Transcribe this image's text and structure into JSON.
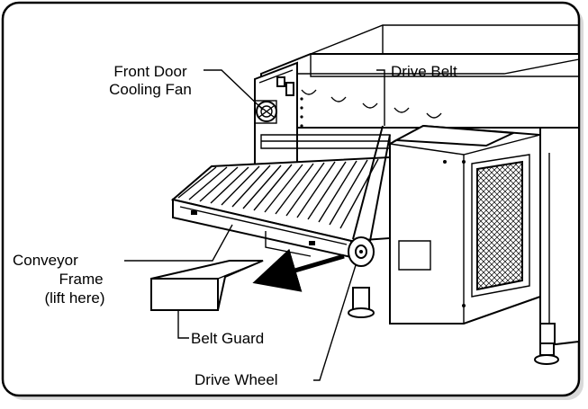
{
  "figure": {
    "type": "equipment-illustration",
    "subject": "conveyor oven belt guard removal"
  },
  "labels": {
    "front_door_fan_line1": "Front Door",
    "front_door_fan_line2": "Cooling Fan",
    "drive_belt": "Drive Belt",
    "conveyor_line1": "Conveyor",
    "conveyor_line2": "Frame",
    "conveyor_line3": "(lift here)",
    "belt_guard": "Belt Guard",
    "drive_wheel": "Drive Wheel"
  },
  "colors": {
    "line": "#000000",
    "background": "#ffffff",
    "shadow": "#d9d9d9"
  },
  "icons": {
    "direction_arrow": "pull-out-arrow-icon"
  }
}
